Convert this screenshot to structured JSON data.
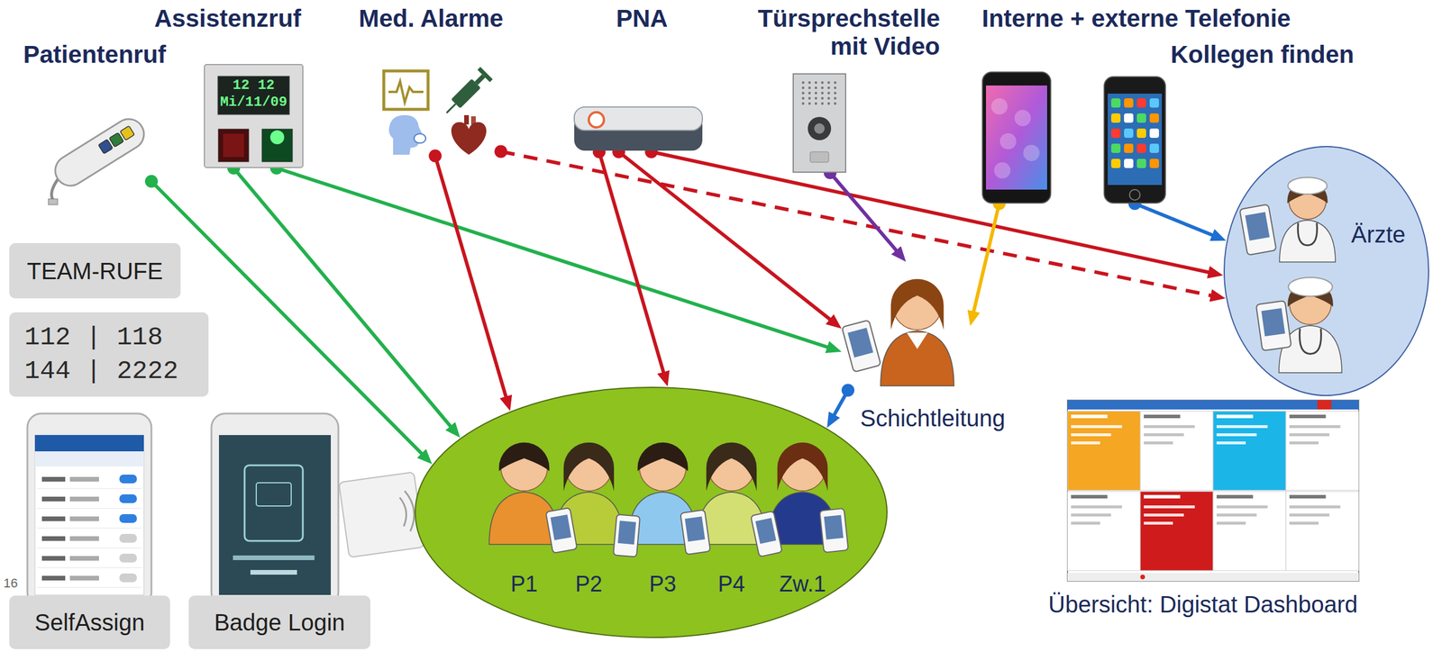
{
  "diagram": {
    "nodes": [
      {
        "text": [
          "Patientenruf"
        ]
      },
      {
        "text": [
          "Assistenzruf"
        ]
      },
      {
        "text": [
          "Med. Alarme"
        ]
      },
      {
        "text": [
          "PNA"
        ]
      },
      {
        "text": [
          "Türsprechstelle mit Video"
        ]
      },
      {
        "text": [
          "Interne + externe Telefonie"
        ]
      },
      {
        "text": [
          "Kollegen finden"
        ]
      },
      {
        "text": [
          "Ärzte"
        ]
      },
      {
        "text": [
          "Schichtleitung"
        ]
      },
      {
        "text": [
          "P1",
          "P2",
          "P3",
          "P4",
          "Zw.1"
        ]
      },
      {
        "text": [
          "TEAM-RUFE"
        ]
      },
      {
        "text": [
          "112 | 118 144 | 2222"
        ]
      },
      {
        "text": [
          "SelfAssign"
        ]
      },
      {
        "text": [
          "Badge Login"
        ]
      },
      {
        "text": [
          "Übersicht: Digistat Dashboard"
        ]
      }
    ],
    "edges": [
      {
        "from": 0,
        "to": 9,
        "arrow": "to"
      },
      {
        "from": 1,
        "to": 9,
        "arrow": "to"
      },
      {
        "from": 1,
        "to": 8,
        "arrow": "to"
      },
      {
        "from": 2,
        "to": 9,
        "arrow": "to"
      },
      {
        "from": 2,
        "to": 7,
        "arrow": "to"
      },
      {
        "from": 3,
        "to": 9,
        "arrow": "to"
      },
      {
        "from": 3,
        "to": 8,
        "arrow": "to"
      },
      {
        "from": 3,
        "to": 7,
        "arrow": "to"
      },
      {
        "from": 4,
        "to": 8,
        "arrow": "to"
      },
      {
        "from": 5,
        "to": 8,
        "arrow": "to"
      },
      {
        "from": 6,
        "to": 7,
        "arrow": "to"
      },
      {
        "from": 8,
        "to": 9,
        "arrow": "to"
      }
    ],
    "labels": [
      "12 12",
      "Mi/11/09",
      "16"
    ]
  }
}
